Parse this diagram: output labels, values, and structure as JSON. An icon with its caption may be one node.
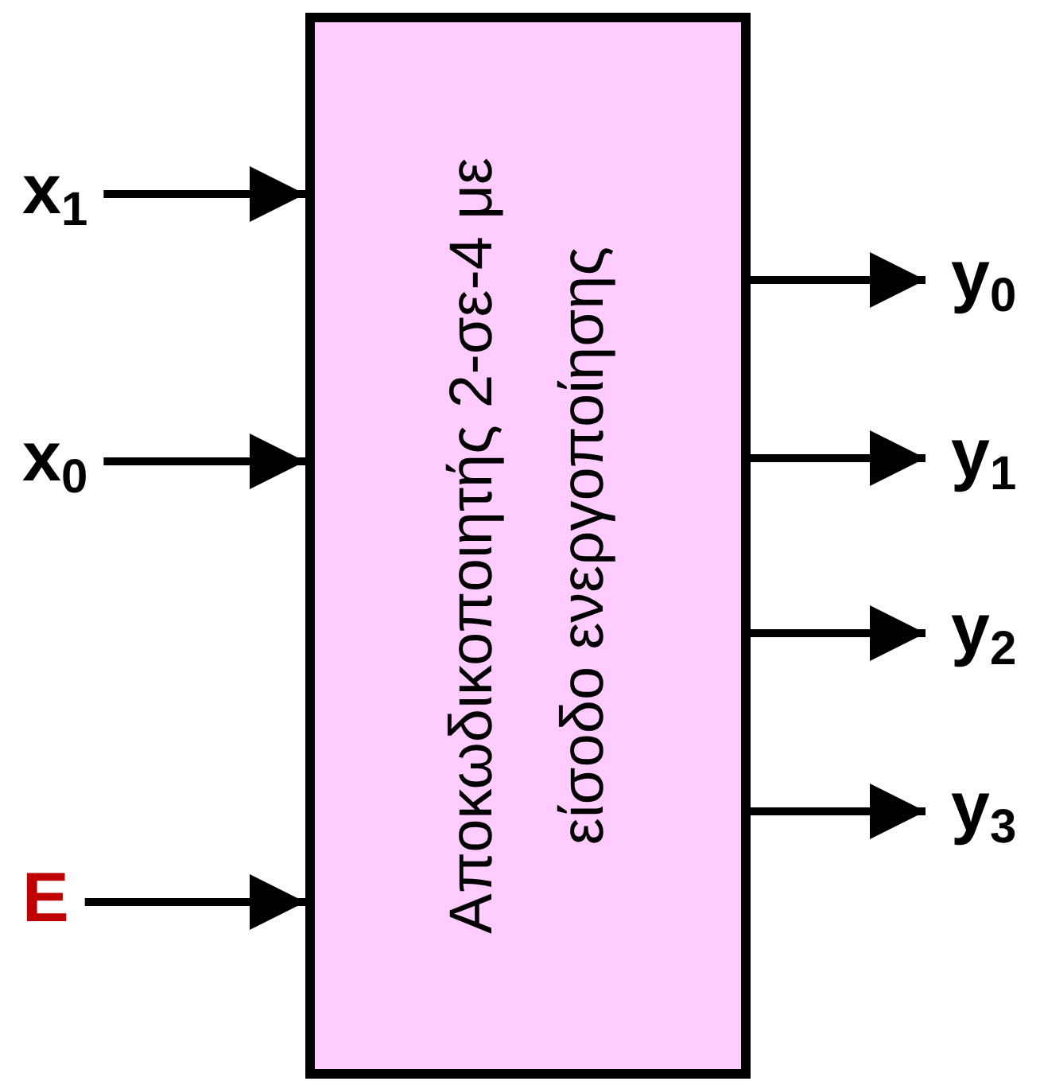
{
  "diagram": {
    "nodes": [
      {
        "text": [
          "Αποκωδικοποιητής 2-σε-4 με είσοδο ενεργοποίησης"
        ]
      },
      {
        "text": [
          "x$_{1}$"
        ]
      },
      {
        "text": [
          "x$_{0}$"
        ]
      },
      {
        "text": [
          "E"
        ]
      },
      {
        "text": [
          "y$_{0}$"
        ]
      },
      {
        "text": [
          "y$_{1}$"
        ]
      },
      {
        "text": [
          "y$_{2}$"
        ]
      },
      {
        "text": [
          "y$_{3}$"
        ]
      }
    ],
    "edges": [
      {
        "from": 1,
        "to": 0,
        "arrow": "to"
      },
      {
        "from": 2,
        "to": 0,
        "arrow": "to"
      },
      {
        "from": 3,
        "to": 0,
        "arrow": "to"
      },
      {
        "from": 0,
        "to": 4,
        "arrow": "to"
      },
      {
        "from": 0,
        "to": 5,
        "arrow": "to"
      },
      {
        "from": 0,
        "to": 6,
        "arrow": "to"
      },
      {
        "from": 0,
        "to": 7,
        "arrow": "to"
      }
    ]
  }
}
